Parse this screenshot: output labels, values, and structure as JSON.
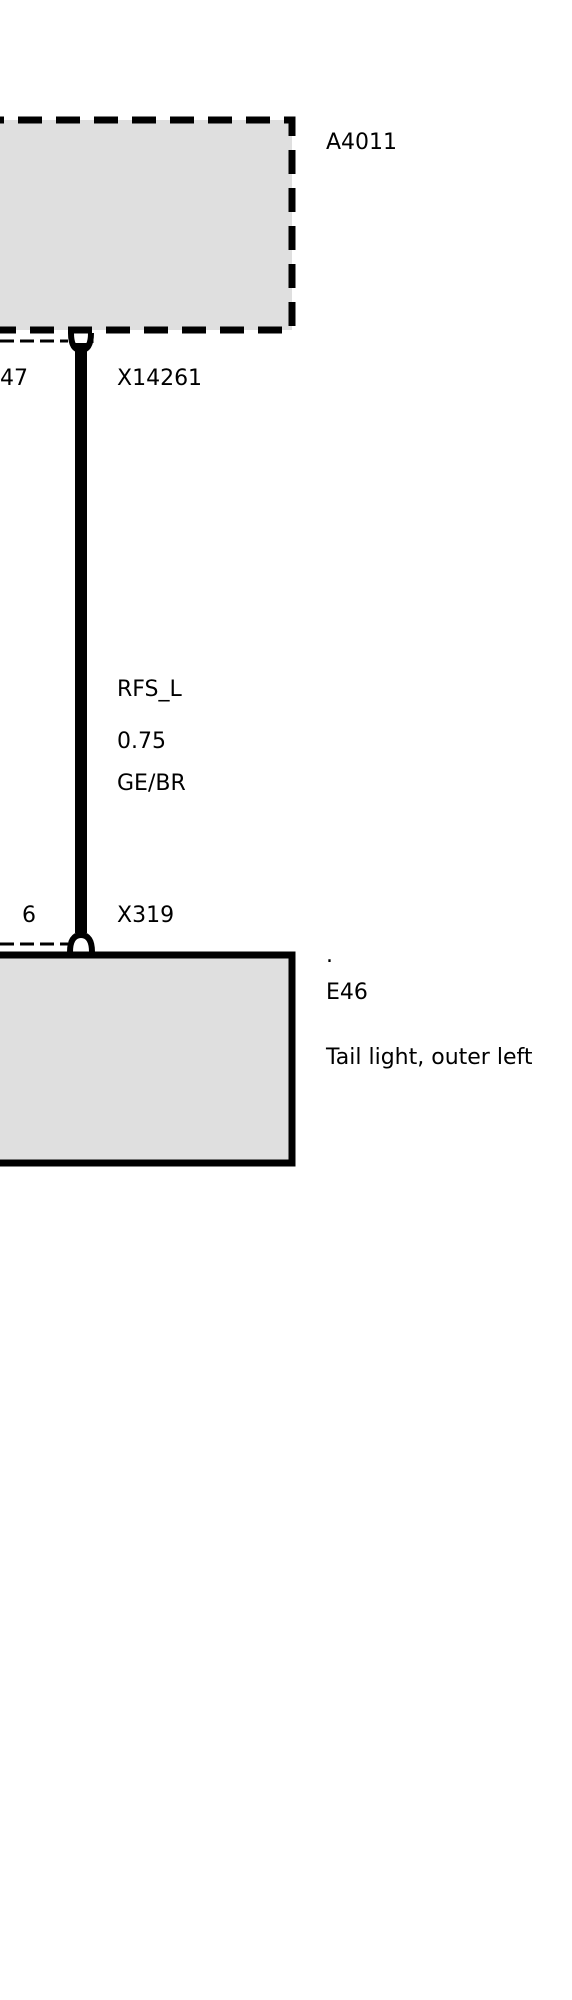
{
  "colors": {
    "background": "#ffffff",
    "component_fill": "#dfdfdf",
    "line": "#000000"
  },
  "upper_component": {
    "id": "A4011",
    "style": "dashed-box"
  },
  "upper_connector": {
    "id": "X14261",
    "pin": "47"
  },
  "wire": {
    "signal": "RFS_L",
    "cross_section": "0.75",
    "color_code": "GE/BR"
  },
  "lower_connector": {
    "id": "X319",
    "pin": "6"
  },
  "lower_component": {
    "marker": ".",
    "id": "E46",
    "description": "Tail light, outer left",
    "style": "solid-box"
  }
}
